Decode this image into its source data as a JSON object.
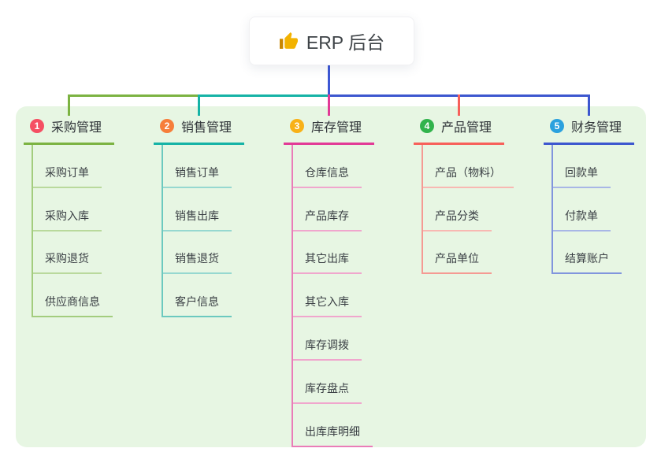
{
  "root": {
    "title": "ERP 后台",
    "icon": "thumbs-up-icon",
    "icon_color": "#f2b200",
    "line_color": "#3d57d4"
  },
  "panel": {
    "bg": "#e7f6e3"
  },
  "branches": [
    {
      "index": "1",
      "label": "采购管理",
      "badge_color": "#f54f63",
      "line_color": "#7cb342",
      "line_mid": "#a3cd7e",
      "line_light": "#b9d99c",
      "items": [
        "采购订单",
        "采购入库",
        "采购退货",
        "供应商信息"
      ]
    },
    {
      "index": "2",
      "label": "销售管理",
      "badge_color": "#f67e3a",
      "line_color": "#16b3a6",
      "line_mid": "#6cc9bf",
      "line_light": "#96d8d0",
      "items": [
        "销售订单",
        "销售出库",
        "销售退货",
        "客户信息"
      ]
    },
    {
      "index": "3",
      "label": "库存管理",
      "badge_color": "#f8b117",
      "line_color": "#e23a96",
      "line_mid": "#ea7cb8",
      "line_light": "#f0a6cd",
      "items": [
        "仓库信息",
        "产品库存",
        "其它出库",
        "其它入库",
        "库存调拨",
        "库存盘点",
        "出库库明细"
      ]
    },
    {
      "index": "4",
      "label": "产品管理",
      "badge_color": "#31b34c",
      "line_color": "#f7605a",
      "line_mid": "#f59a93",
      "line_light": "#f8b8b2",
      "items": [
        "产品（物料）",
        "产品分类",
        "产品单位"
      ]
    },
    {
      "index": "5",
      "label": "财务管理",
      "badge_color": "#2ba1de",
      "line_color": "#3d57cf",
      "line_mid": "#8195dd",
      "line_light": "#a8b6e6",
      "items": [
        "回款单",
        "付款单",
        "结算账户"
      ]
    }
  ]
}
